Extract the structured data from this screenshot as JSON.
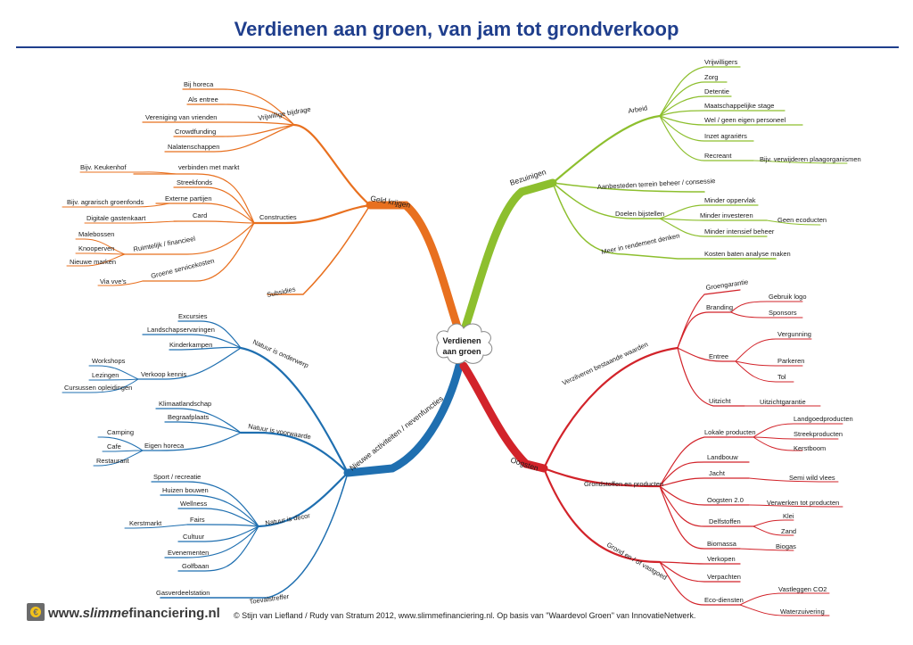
{
  "title": "Verdienen aan groen, van jam tot grondverkoop",
  "center": [
    "Verdienen",
    "aan groen"
  ],
  "colors": {
    "geld": "#e8701f",
    "bezuinigen": "#8dbf2e",
    "nieuwe": "#1f6fb0",
    "oogsten": "#d2232a",
    "title": "#1f3e8c"
  },
  "branches": {
    "geld": {
      "label": "Geld krijgen",
      "vrijwillig": {
        "label": "Vrijwillige bijdrage",
        "items": [
          "Bij horeca",
          "Als entree",
          "Vereniging van vrienden",
          "Crowdfunding",
          "Nalatenschappen"
        ]
      },
      "constructies": {
        "label": "Constructies",
        "verbinden": "verbinden met markt",
        "keukenhof": "Bijv. Keukenhof",
        "streekfonds": "Streekfonds",
        "externe": "Externe partijen",
        "agrarisch": "Bijv. agrarisch groenfonds",
        "card": "Card",
        "digitale": "Digitale gastenkaart"
      },
      "ruimtelijk": {
        "label": "Ruimtelijk / financieel",
        "items": [
          "Malebossen",
          "Knooperven",
          "Nieuwe marken"
        ]
      },
      "groene": {
        "label": "Groene servicekosten",
        "vve": "Via vve's"
      },
      "subsidies": "Subsidies"
    },
    "bezuinigen": {
      "label": "Bezuinigen",
      "arbeid": {
        "label": "Arbeid",
        "items": [
          "Vrijwilligers",
          "Zorg",
          "Detentie",
          "Maatschappelijke stage",
          "Wel / geen eigen personeel",
          "Inzet agrariërs"
        ],
        "recreant": "Recreant",
        "plaag": "Bijv. verwijderen plaagorganismen"
      },
      "aanbesteden": "Aanbesteden terrein beheer / consessie",
      "doelen": {
        "label": "Doelen bijstellen",
        "oppervlak": "Minder oppervlak",
        "investeren": "Minder investeren",
        "ecoducten": "Geen ecoducten",
        "intensief": "Minder intensief beheer"
      },
      "rendement": {
        "label": "Meer in rendement denken",
        "kosten": "Kosten baten analyse maken"
      }
    },
    "nieuwe": {
      "label": "Nieuwe activiteiten / nevenfuncties",
      "onderwerp": {
        "label": "Natuur is onderwerp",
        "items": [
          "Excursies",
          "Landschapservaringen",
          "Kinderkampen"
        ]
      },
      "kennis": {
        "label": "Verkoop kennis",
        "items": [
          "Workshops",
          "Lezingen",
          "Cursussen opleidingen"
        ]
      },
      "voorwaarde": {
        "label": "Natuur is voorwaarde",
        "items": [
          "Klimaatlandschap",
          "Begraafplaats"
        ]
      },
      "horeca": {
        "label": "Eigen horeca",
        "items": [
          "Camping",
          "Cafe",
          "Restaurant"
        ]
      },
      "decor": {
        "label": "Natuur is decor",
        "items": [
          "Sport / recreatie",
          "Huizen bouwen",
          "Wellness",
          "Fairs",
          "Cultuur",
          "Evenementen",
          "Golfbaan"
        ],
        "kerstmarkt": "Kerstmarkt"
      },
      "toevals": {
        "label": "Toevalstreffer",
        "gas": "Gasverdeelstation"
      }
    },
    "oogsten": {
      "label": "Oogsten",
      "verzilveren": {
        "label": "Verzilveren bestaande waarden",
        "groengarantie": "Groengarantie",
        "branding": "Branding",
        "logo": "Gebruik logo",
        "sponsors": "Sponsors",
        "entree": "Entree",
        "vergunning": "Vergunning",
        "parkeren": "Parkeren",
        "tol": "Tol",
        "uitzicht": "Uitzicht",
        "uitzichtgarantie": "Uitzichtgarantie"
      },
      "grondstoffen": {
        "label": "Grondstoffen en producten",
        "lokale": "Lokale producten",
        "landgoed": "Landgoedproducten",
        "streek": "Streekproducten",
        "kerst": "Kerstboom",
        "landbouw": "Landbouw",
        "jacht": "Jacht",
        "wild": "Semi wild vlees",
        "oogsten2": "Oogsten 2.0",
        "verwerken": "Verwerken tot producten",
        "delf": "Delfstoffen",
        "klei": "Klei",
        "zand": "Zand",
        "biomassa": "Biomassa",
        "biogas": "Biogas"
      },
      "grond": {
        "label": "Grond en / of vastgoed",
        "verkopen": "Verkopen",
        "verpachten": "Verpachten",
        "eco": "Eco-diensten",
        "co2": "Vastleggen CO2",
        "water": "Waterzuivering"
      }
    }
  },
  "footer": {
    "brand_pre": "www.",
    "brand_italic": "slimme",
    "brand_post": "financiering.nl",
    "credit": "© Stijn van Liefland / Rudy van Stratum 2012, www.slimmefinanciering.nl. Op basis van \"Waardevol Groen\" van InnovatieNetwerk."
  }
}
